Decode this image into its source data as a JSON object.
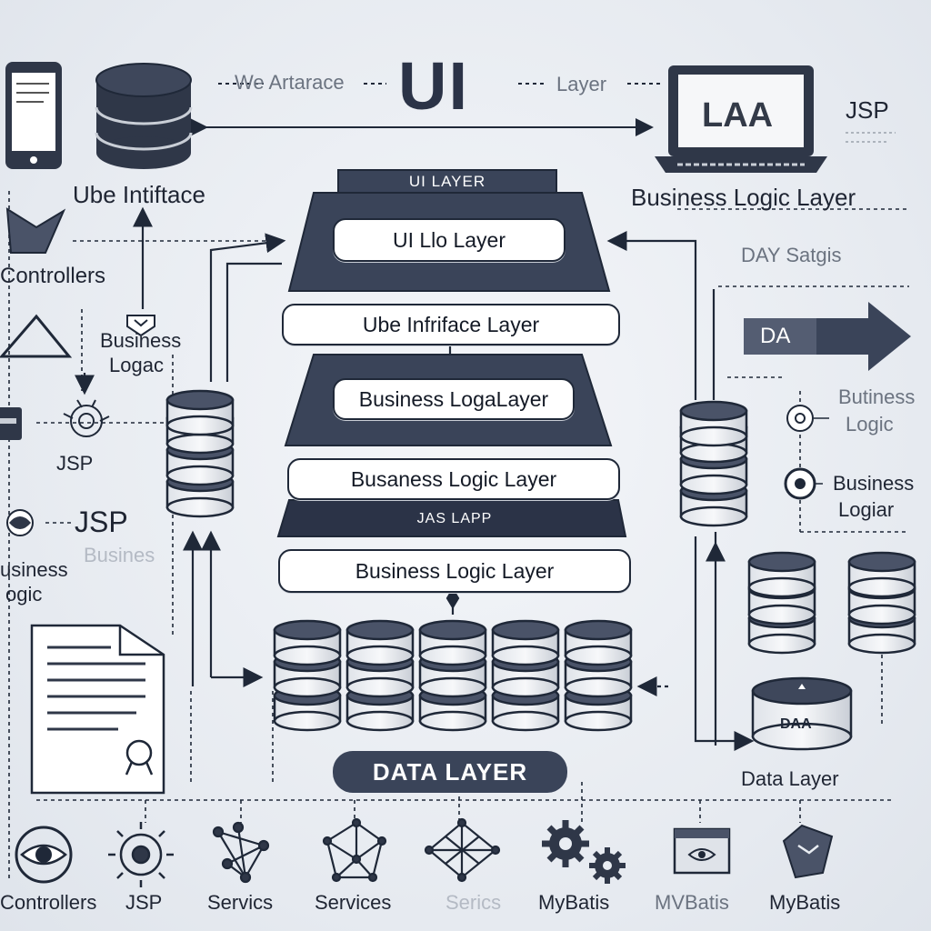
{
  "header": {
    "left_caption": "We Artarace",
    "title": "UI",
    "right_caption": "Layer"
  },
  "left_column": {
    "ube_intiface": "Ube Intiftace",
    "controllers": "Controllers",
    "business_logac": [
      "Business",
      "Logac"
    ],
    "jsp_small": "JSP",
    "jsp_large": "JSP",
    "faint_busines": "Busines",
    "business_logic_cut": [
      "usiness",
      "ogic"
    ]
  },
  "right_column": {
    "laptop_screen": "LAA",
    "jsp": "JSP",
    "business_logic_layer": "Business Logic Layer",
    "day_satgis": "DAY Satgis",
    "arrow_label": "DA",
    "butiness_logic": [
      "Butiness",
      "Logic"
    ],
    "business_logiar": [
      "Business",
      "Logiar"
    ],
    "data_layer_caption": "Data Layer",
    "db_tag": "DAA"
  },
  "stack": {
    "top_band": "UI LAYER",
    "pill_1": "UI Llo Layer",
    "pill_2": "Ube Infriface Layer",
    "pill_3": "Business LogaLayer",
    "pill_4": "Busaness Logic Layer",
    "band_2": "JAS LAPP",
    "pill_5": "Business Logic Layer"
  },
  "data_badge": "DATA LAYER",
  "bottom_row": [
    "Controllers",
    "JSP",
    "Servics",
    "Services",
    "Serics",
    "MyBatis",
    "MVBatis",
    "MyBatis"
  ],
  "colors": {
    "navy": "#3a4459",
    "dark_navy": "#2b3347",
    "line": "#1f2838",
    "background": "#e9edf2"
  }
}
